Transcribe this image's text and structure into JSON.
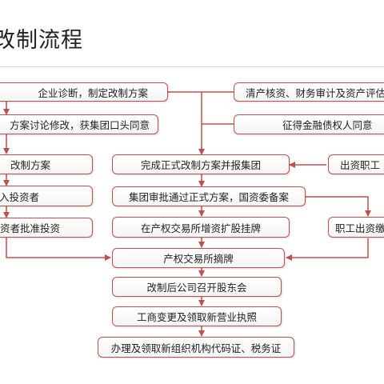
{
  "title": "改制流程",
  "left_column": [
    "企业诊断，制定改制方案",
    "方案讨论修改，获集团口头同意",
    "改制方案",
    "引入投资者",
    "投资者批准投资"
  ],
  "center_column": [
    "完成正式改制方案并报集团",
    "集团审批通过正式方案，国资委备案",
    "在产权交易所增资扩股挂牌",
    "产权交易所摘牌",
    "改制后公司召开股东会",
    "工商变更及领取新营业执照",
    "办理及领取新组织机构代码证、税务证"
  ],
  "right_column": [
    "清产核资、财务审计及资产评估",
    "征得金融债权人同意",
    "出资职工",
    "职工出资缴纳"
  ],
  "colors": {
    "border": "#c0504d",
    "arrow": "#c0504d"
  }
}
